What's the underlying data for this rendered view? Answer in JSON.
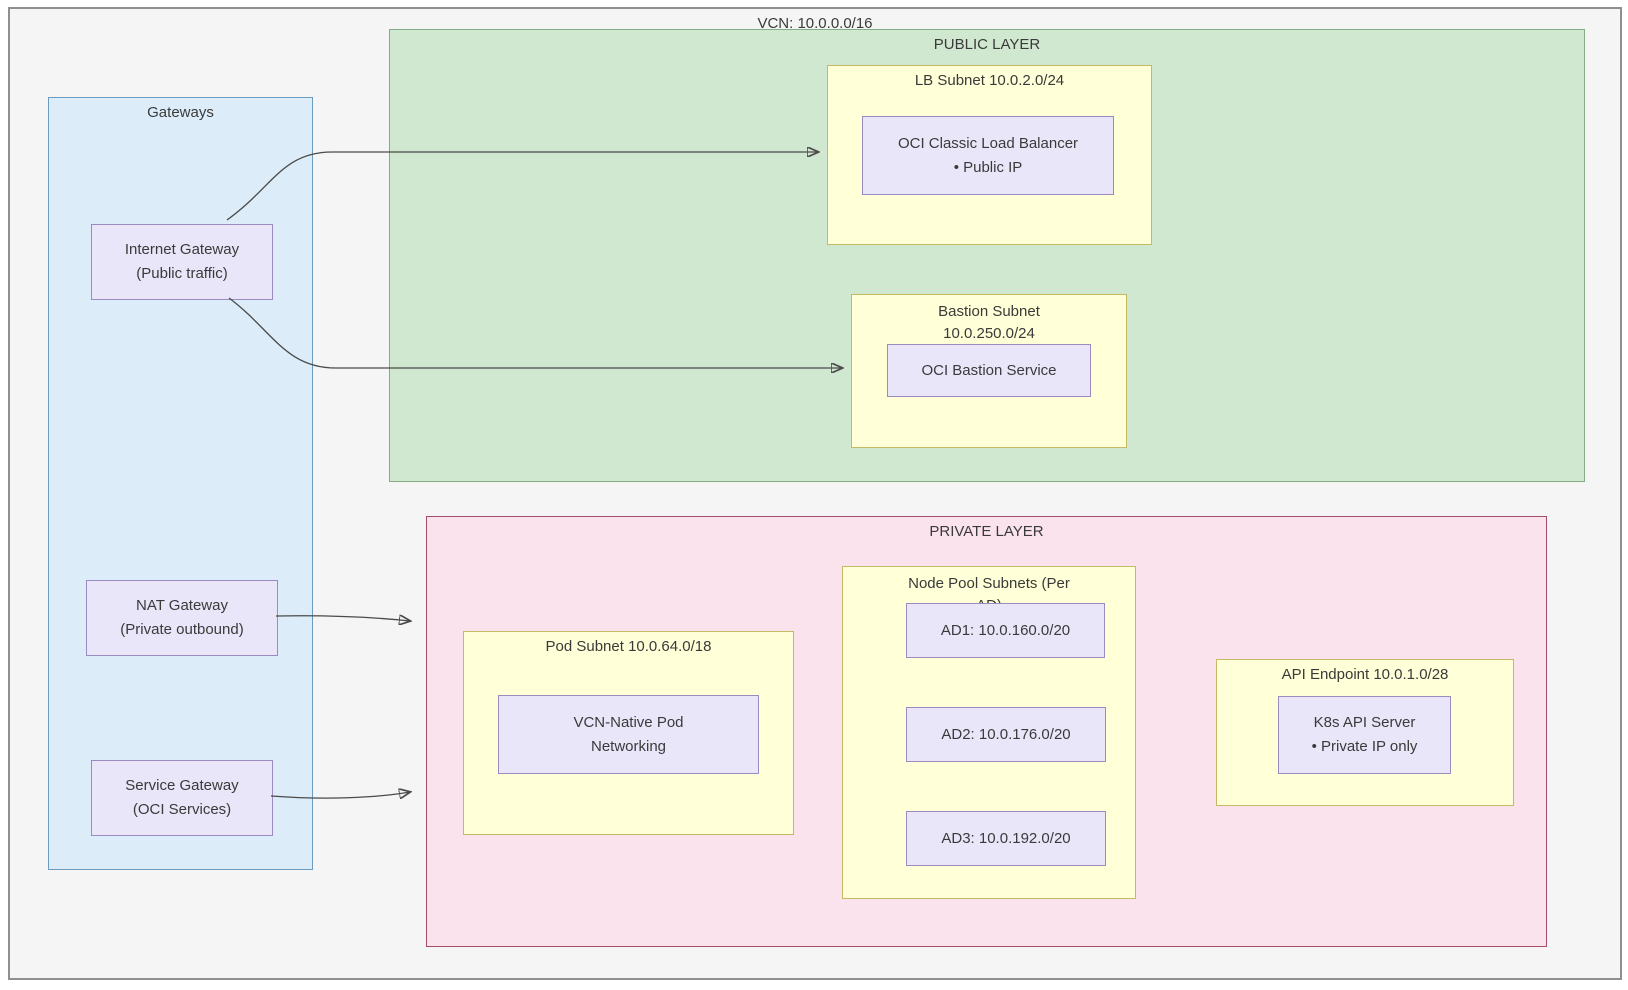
{
  "diagram": {
    "title": "VCN: 10.0.0.0/16",
    "colors": {
      "background": "#f5f5f5",
      "gateways_fill": "#dcedf9",
      "gateways_border": "#6c9bc0",
      "public_layer_fill": "#d0e7d0",
      "public_layer_border": "#85ac87",
      "private_layer_fill": "#fbe3ee",
      "private_layer_border": "#a54c6d",
      "subnet_fill": "#ffffd8",
      "subnet_border": "#c7b964",
      "node_fill": "#e9e6f9",
      "node_border": "#9c8bc0",
      "arrow": "#4a4a4a"
    },
    "gateways": {
      "label": "Gateways",
      "internet_gateway": {
        "line1": "Internet Gateway",
        "line2": "(Public traffic)"
      },
      "nat_gateway": {
        "line1": "NAT Gateway",
        "line2": "(Private outbound)"
      },
      "service_gateway": {
        "line1": "Service Gateway",
        "line2": "(OCI Services)"
      }
    },
    "public_layer": {
      "label": "PUBLIC LAYER",
      "lb_subnet": {
        "label": "LB Subnet 10.0.2.0/24",
        "node_line1": "OCI Classic Load Balancer",
        "node_line2": "• Public IP"
      },
      "bastion_subnet": {
        "label_line1": "Bastion Subnet",
        "label_line2": "10.0.250.0/24",
        "node": "OCI Bastion Service"
      }
    },
    "private_layer": {
      "label": "PRIVATE LAYER",
      "pod_subnet": {
        "label": "Pod Subnet 10.0.64.0/18",
        "node_line1": "VCN-Native Pod",
        "node_line2": "Networking"
      },
      "node_pool": {
        "label_line1": "Node Pool Subnets (Per",
        "label_line2": "AD)",
        "ads": [
          "AD1: 10.0.160.0/20",
          "AD2: 10.0.176.0/20",
          "AD3: 10.0.192.0/20"
        ]
      },
      "api_endpoint": {
        "label": "API Endpoint 10.0.1.0/28",
        "node_line1": "K8s API Server",
        "node_line2": "• Private IP only"
      }
    }
  }
}
